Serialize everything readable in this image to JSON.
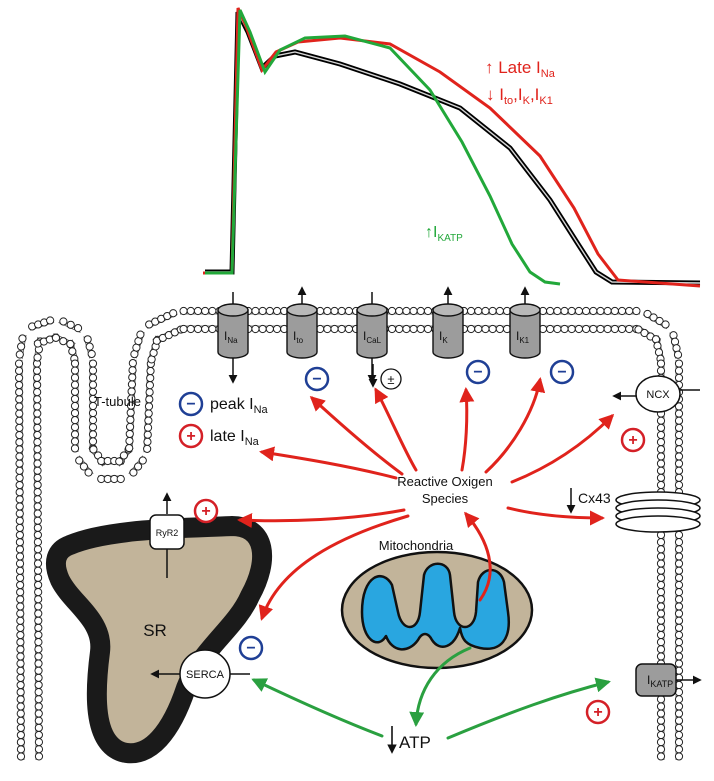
{
  "action_potential": {
    "late_ina": {
      "prefix": "↑ Late I",
      "sub": "Na"
    },
    "k_currents": {
      "prefix": "↓ I",
      "sub1": "to",
      "sep1": ",I",
      "sub2": "K",
      "sep2": ",I",
      "sub3": "K1"
    },
    "ikatp": {
      "prefix": "↑I",
      "sub": "KATP"
    },
    "colors": {
      "control": "#000000",
      "late_na": "#e0231c",
      "katp": "#22a83a"
    }
  },
  "channels": [
    {
      "main": "I",
      "sub": "Na"
    },
    {
      "main": "I",
      "sub": "to"
    },
    {
      "main": "I",
      "sub": "CaL"
    },
    {
      "main": "I",
      "sub": "K"
    },
    {
      "main": "I",
      "sub": "K1"
    }
  ],
  "labels": {
    "t_tubule": "T-tubule",
    "peak_ina": {
      "prefix": "peak I",
      "sub": "Na"
    },
    "late_ina": {
      "prefix": "late I",
      "sub": "Na"
    },
    "ncx": "NCX",
    "cx43": "Cx43",
    "ros_line1": "Reactive Oxigen",
    "ros_line2": "Species",
    "mitochondria": "Mitochondria",
    "sr": "SR",
    "ryr2": "RyR2",
    "serca": "SERCA",
    "atp": "ATP",
    "ikatp_channel": {
      "main": "I",
      "sub": "KATP"
    }
  },
  "signs": {
    "minus": "−",
    "plus": "+",
    "plus_minus": "±"
  },
  "colors": {
    "red_arrow": "#e0231c",
    "green_arrow": "#2aa040",
    "minus_badge": "#1f3f95",
    "plus_badge": "#d42027",
    "channel_fill": "#9c9c9c",
    "sr_fill": "#c2b49a",
    "mito_fill": "#c2b49a",
    "cristae_fill": "#29a6e0"
  }
}
